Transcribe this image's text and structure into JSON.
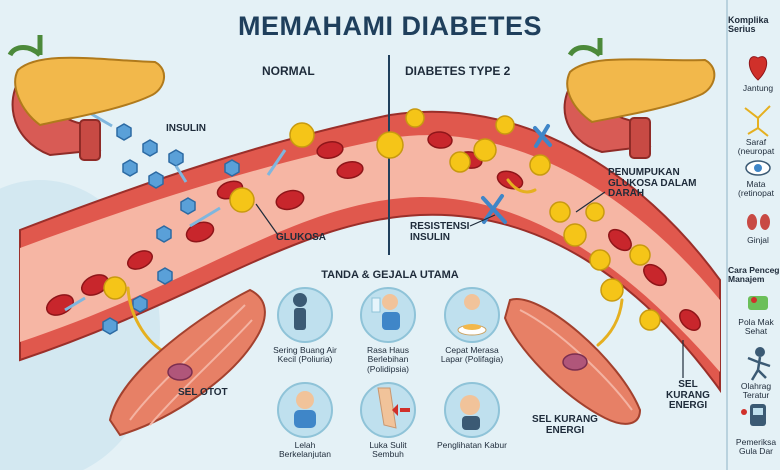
{
  "title": "MEMAHAMI DIABETES",
  "panels": {
    "normal": "NORMAL",
    "diabetes": "DIABETES TYPE 2"
  },
  "labels": {
    "insulin": "INSULIN",
    "glukosa": "GLUKOSA",
    "resistensi": "RESISTENSI INSULIN",
    "penumpukan": "PENUMPUKAN GLUKOSA DALAM DARAH",
    "sel_otot": "SEL OTOT",
    "sel_kurang_energi_a": "SEL KURANG ENERGI",
    "sel_kurang_energi_b": "SEL KURANG ENERGI"
  },
  "symptoms_title": "TANDA & GEJALA UTAMA",
  "symptoms": [
    {
      "text": "Sering Buang Air Kecil (Poliuria)",
      "icon": "toilet-icon"
    },
    {
      "text": "Rasa Haus Berlebihan (Polidipsia)",
      "icon": "drinking-water-icon"
    },
    {
      "text": "Cepat Merasa Lapar (Polifagia)",
      "icon": "eating-icon"
    },
    {
      "text": "Lelah Berkelanjutan",
      "icon": "tired-person-icon"
    },
    {
      "text": "Luka Sulit Sembuh",
      "icon": "wound-leg-icon"
    },
    {
      "text": "Penglihatan Kabur",
      "icon": "blurred-vision-icon"
    }
  ],
  "sidebar": {
    "complications_title": "Komplika Serius",
    "complications": [
      {
        "label": "Jantung",
        "icon": "heart-icon"
      },
      {
        "label": "Saraf (neuropat",
        "icon": "nerve-icon"
      },
      {
        "label": "Mata (retinopat",
        "icon": "eye-icon"
      },
      {
        "label": "Ginjal",
        "icon": "kidney-icon"
      }
    ],
    "prevention_title": "Cara Penceg Manajem",
    "prevention": [
      {
        "label": "Pola Mak Sehat",
        "icon": "healthy-food-icon"
      },
      {
        "label": "Olahrag Teratur",
        "icon": "exercise-icon"
      },
      {
        "label": "Pemeriksa Gula Dar",
        "icon": "glucose-meter-icon"
      }
    ]
  },
  "colors": {
    "vessel_wall": "#e0584d",
    "vessel_inner": "#f6b6a4",
    "blood_cell": "#c8262c",
    "glucose": "#f5c518",
    "insulin": "#3f86c8",
    "muscle": "#e78066",
    "pancreas": "#f2b84b",
    "title": "#1f3f5c"
  }
}
